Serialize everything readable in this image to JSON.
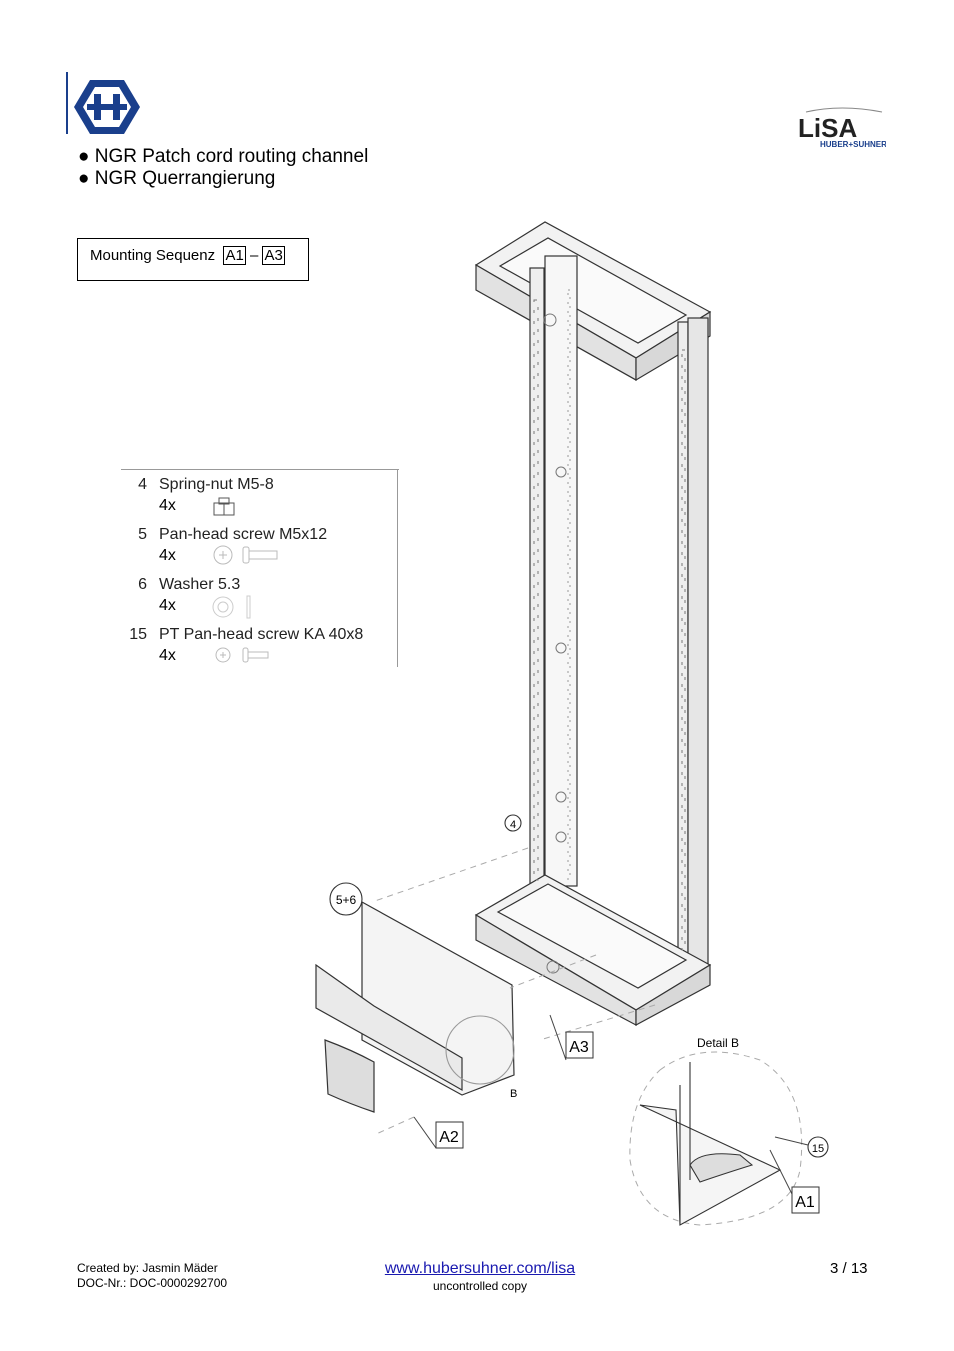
{
  "header": {
    "bullets": [
      "● NGR Patch cord routing channel",
      "● NGR Querrangierung"
    ],
    "lisa_logo_text": "LiSA",
    "lisa_logo_sub": "HUBER+SUHNER"
  },
  "sequence": {
    "prefix": "Mounting Sequenz",
    "start": "A1",
    "separator": "–",
    "end": "A3"
  },
  "parts": [
    {
      "num": "4",
      "name": "Spring-nut M5-8",
      "qty": "4x"
    },
    {
      "num": "5",
      "name": "Pan-head screw M5x12",
      "qty": "4x"
    },
    {
      "num": "6",
      "name": "Washer 5.3",
      "qty": "4x"
    },
    {
      "num": "15",
      "name": "PT Pan-head screw KA 40x8",
      "qty": "4x"
    }
  ],
  "drawing_labels": {
    "callout_4": "4",
    "callout_56": "5+6",
    "callout_15": "15",
    "detail_b": "Detail B",
    "b": "B",
    "a1": "A1",
    "a2": "A2",
    "a3": "A3"
  },
  "footer": {
    "created_by": "Created by: Jasmin Mäder",
    "doc_nr": "DOC-Nr.: DOC-0000292700",
    "link": "www.hubersuhner.com/lisa",
    "note": "uncontrolled copy",
    "page": "3 / 13"
  },
  "colors": {
    "brand_blue": "#1a3f8c",
    "link_blue": "#1a1ab0"
  }
}
